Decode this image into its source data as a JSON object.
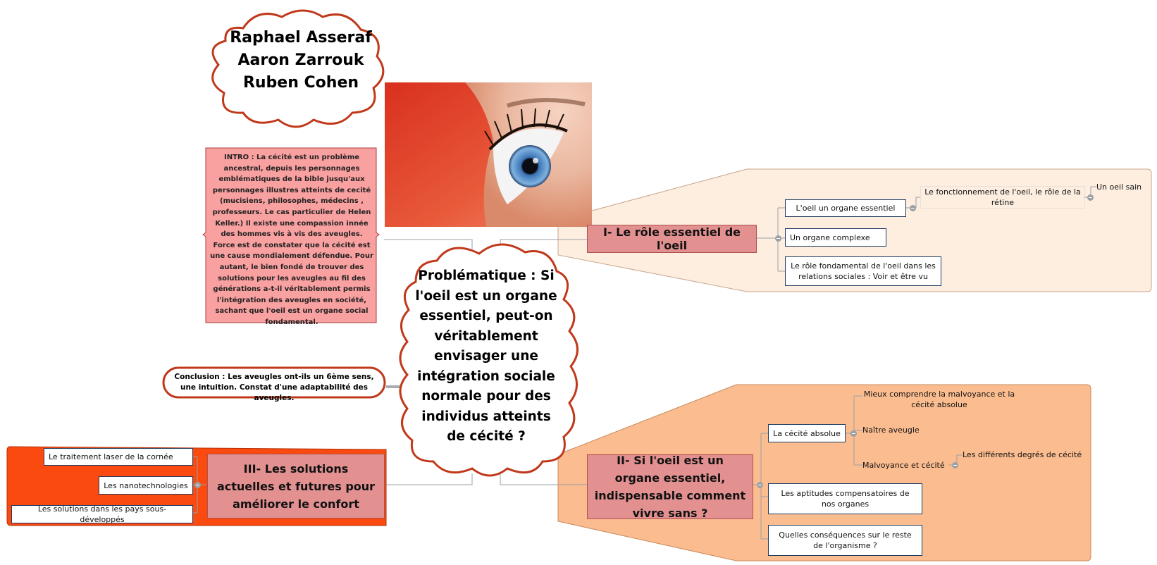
{
  "authors": {
    "line1": "Raphael Asseraf",
    "line2": "Aaron Zarrouk",
    "line3": "Ruben Cohen"
  },
  "intro": {
    "text": "INTRO : La cécité est un problème ancestral, depuis les personnages emblématiques de la bible jusqu'aux personnages illustres atteints de cecité (mucisiens, philosophes, médecins , professeurs. Le cas particulier de Helen Keller.) Il existe une compassion innée des hommes vis à vis des aveugles. Force est de constater que la cécité est une cause mondialement défendue. Pour autant, le bien fondé de trouver des solutions pour les aveugles au fil des générations a-t-il véritablement permis l'intégration des aveugles en société, sachant que l'oeil est un organe social fondamental."
  },
  "central": {
    "text": "Problématique : Si l'oeil est un organe essentiel, peut-on véritablement envisager une intégration sociale normale pour des individus atteints de cécité ?"
  },
  "conclusion": {
    "text": "Conclusion : Les aveugles ont-ils un 6ème sens, une intuition. Constat d'une adaptabilité des aveugles."
  },
  "branch1": {
    "title": "I- Le rôle essentiel de l'oeil",
    "items": [
      "L'oeil un organe essentiel",
      "Un organe complexe",
      "Le rôle fondamental de l'oeil dans les relations sociales : Voir et être vu"
    ],
    "sub": "Le fonctionnement de l'oeil, le rôle de la rétine",
    "subsub": "Un oeil sain"
  },
  "branch2": {
    "title": "II- Si l'oeil est un organe essentiel, indispensable comment vivre sans ?",
    "items": [
      "La cécité absolue",
      "Les aptitudes compensatoires de nos organes",
      "Quelles conséquences sur le reste de l'organisme ?"
    ],
    "subs": [
      "Mieux comprendre la malvoyance et la cécité absolue",
      "Naître aveugle",
      "Malvoyance et cécité"
    ],
    "subsub": "Les différents degrés de cécité"
  },
  "branch3": {
    "title": "III- Les solutions actuelles et futures pour améliorer le confort",
    "items": [
      "Le traitement laser de la cornée",
      "Les nanotechnologies",
      "Les solutions dans les pays sous-développés"
    ]
  },
  "colors": {
    "branch1_bg": "#fdeee0",
    "branch2_bg": "#fbbd90",
    "branch3_bg": "#fa4a10",
    "topic": "#e29090",
    "cloud_stroke": "#c0391b",
    "intro_bg": "#f9a0a0"
  },
  "image": {
    "subject": "eye-photo"
  }
}
